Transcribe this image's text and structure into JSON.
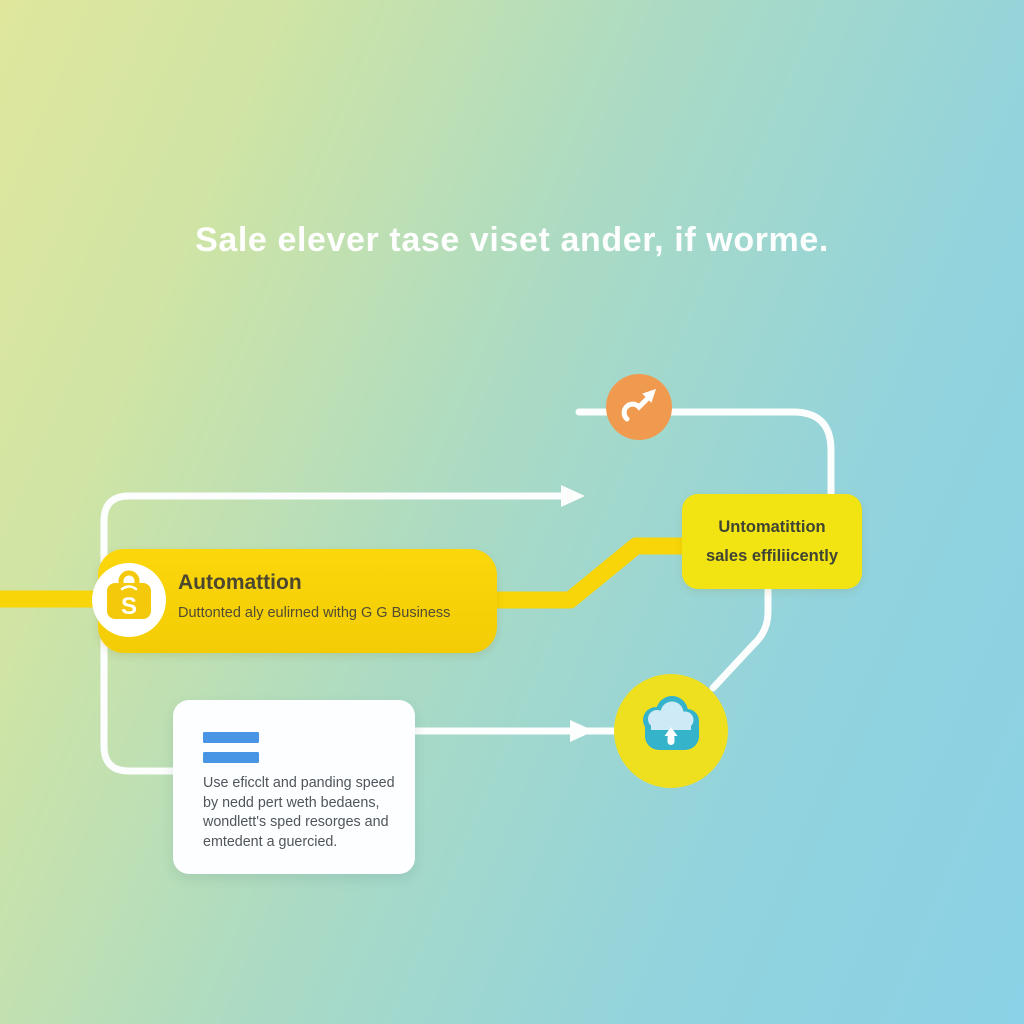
{
  "title": "Sale elever tase viset ander, if worme.",
  "automation_box": {
    "title": "Automattion",
    "subtitle": "Duttonted aly eulirned withg G G Business",
    "badge_letter": "S"
  },
  "efficiency_box": {
    "line1": "Untomatittion",
    "line2": "sales effiliicently"
  },
  "info_card": {
    "lines": [
      "Use eficclt and panding speed",
      "by nedd pert weth bedaens,",
      "wondlett's sped resorges and",
      "emtedent a guercied."
    ]
  },
  "icons": {
    "link_node": "arrow-up-right-icon",
    "cloud_node": "cloud-upload-icon",
    "badge": "shopping-bag-icon",
    "card_glyph": "blue-bars-icon"
  },
  "colors": {
    "bg_left": "#e0e79d",
    "bg_green": "#b4dcba",
    "bg_right": "#8bd2e6",
    "gold": "#f7d508",
    "lemon": "#f2e312",
    "orange": "#f09a50",
    "teal": "#35b3ca",
    "cloud_inner": "#cdeaf6",
    "bar_blue": "#4795e4",
    "line_white": "#fcfdfd"
  }
}
